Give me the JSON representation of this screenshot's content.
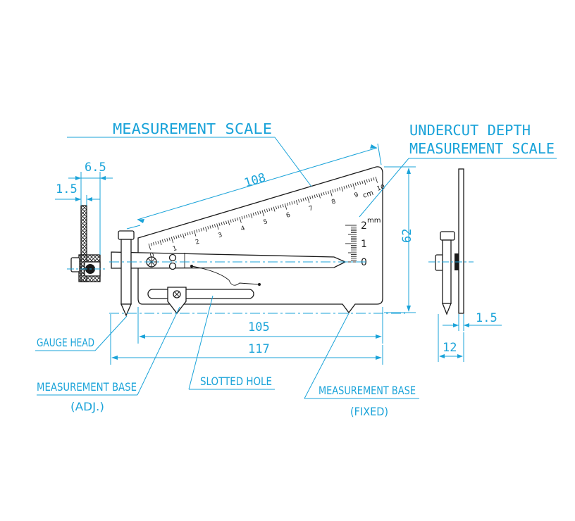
{
  "labels": {
    "measurement_scale": "MEASUREMENT SCALE",
    "undercut_line1": "UNDERCUT DEPTH",
    "undercut_line2": "MEASUREMENT SCALE",
    "gauge_head": "GAUGE HEAD",
    "base_adj_line1": "MEASUREMENT BASE",
    "base_adj_line2": "(ADJ.)",
    "slotted_hole": "SLOTTED HOLE",
    "base_fixed_line1": "MEASUREMENT BASE",
    "base_fixed_line2": "(FIXED)"
  },
  "dimensions": {
    "d108": "108",
    "d62": "62",
    "d105": "105",
    "d117": "117",
    "d6_5": "6.5",
    "d1_5_left": "1.5",
    "d1_5_right": "1.5",
    "d12": "12"
  },
  "scale": {
    "cm_unit": "cm",
    "mm_unit": "mm",
    "cm_numbers": [
      "0",
      "1",
      "2",
      "3",
      "4",
      "5",
      "6",
      "7",
      "8",
      "9",
      "10"
    ],
    "mm_numbers": [
      "0",
      "1",
      "2"
    ]
  },
  "colors": {
    "annotation": "#1aa3d9",
    "outline": "#1a1a1a"
  }
}
